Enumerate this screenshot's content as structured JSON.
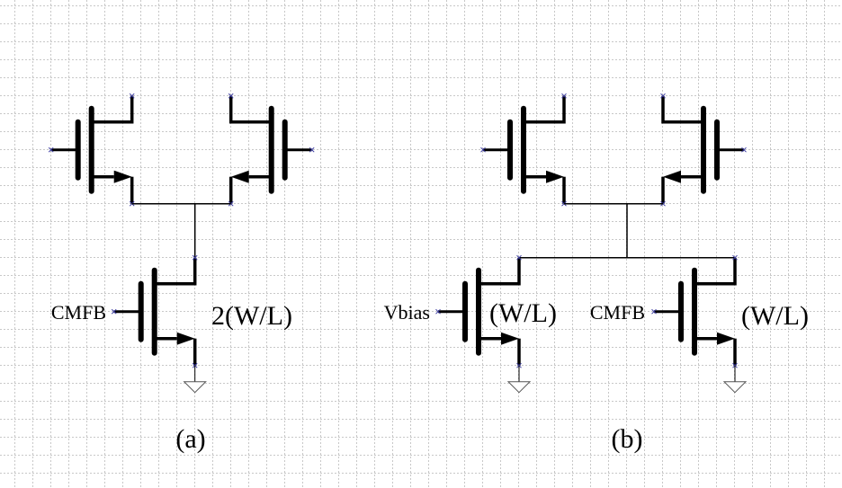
{
  "circuit_a": {
    "caption": "(a)",
    "tail_gate_label": "CMFB",
    "tail_size_label": "2(W/L)"
  },
  "circuit_b": {
    "caption": "(b)",
    "left_tail_gate_label": "Vbias",
    "left_tail_size_label": "(W/L)",
    "right_tail_gate_label": "CMFB",
    "right_tail_size_label": "(W/L)"
  },
  "colors": {
    "wire": "#000000",
    "grid": "#c8c8c8",
    "terminal_marker": "#3a3aa0"
  }
}
